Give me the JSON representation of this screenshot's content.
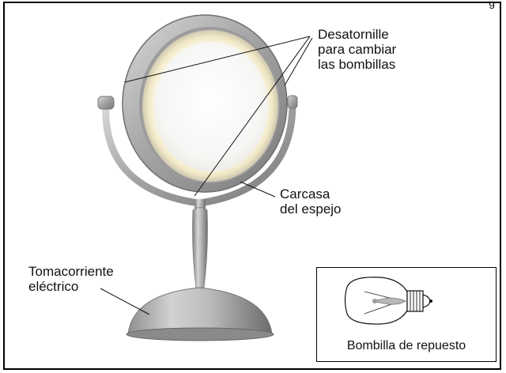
{
  "header": {
    "clipped_text": "g"
  },
  "labels": {
    "unscrew": [
      "Desatornille",
      "para cambiar",
      "las bombillas"
    ],
    "housing": [
      "Carcasa",
      "del espejo"
    ],
    "outlet": [
      "Tomacorriente",
      "eléctrico"
    ]
  },
  "inset": {
    "caption": "Bombilla de repuesto"
  }
}
